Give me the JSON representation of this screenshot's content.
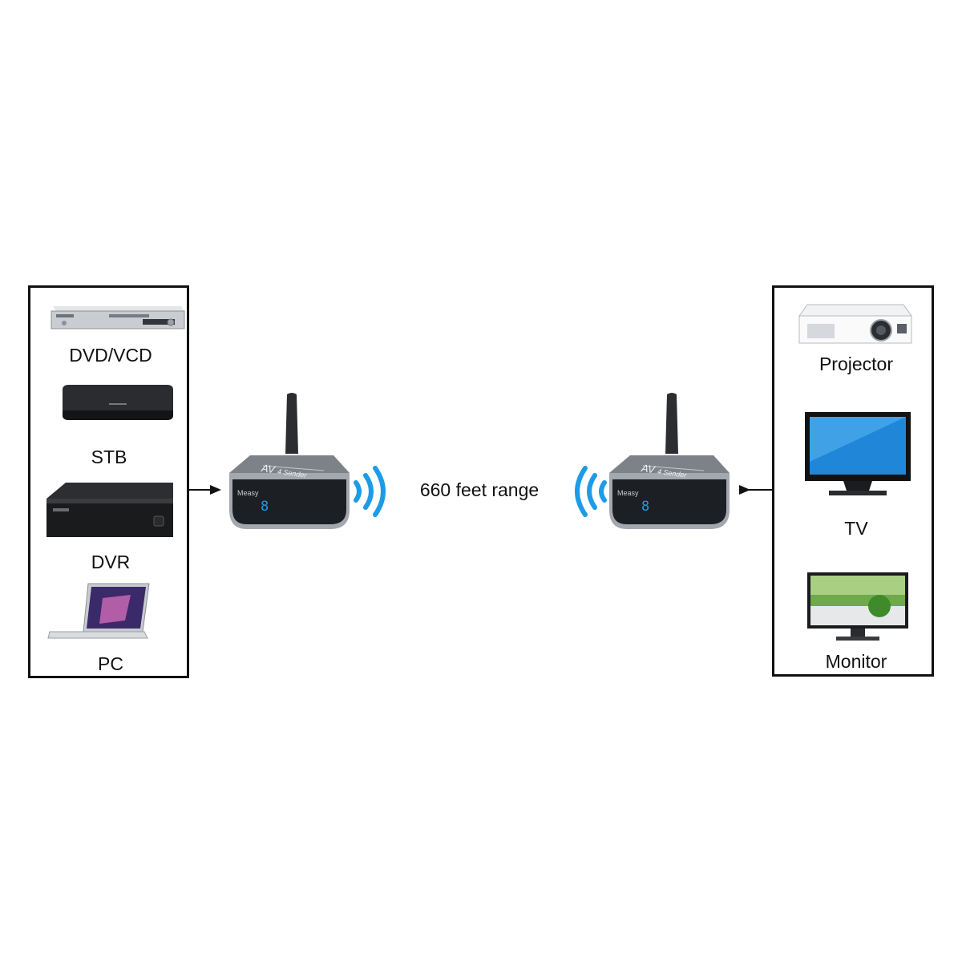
{
  "sources": {
    "items": [
      {
        "label": "DVD/VCD",
        "icon": "dvd-player-icon"
      },
      {
        "label": "STB",
        "icon": "set-top-box-icon"
      },
      {
        "label": "DVR",
        "icon": "dvr-icon"
      },
      {
        "label": "PC",
        "icon": "laptop-icon"
      }
    ]
  },
  "displays": {
    "items": [
      {
        "label": "Projector",
        "icon": "projector-icon"
      },
      {
        "label": "TV",
        "icon": "tv-icon"
      },
      {
        "label": "Monitor",
        "icon": "monitor-icon"
      }
    ]
  },
  "sender": {
    "title": "AV",
    "subtitle": "4 Sender",
    "brand": "Measy",
    "channel": "8"
  },
  "range_text": "660 feet range",
  "colors": {
    "signal": "#1e9be6",
    "border": "#111111",
    "device_body": "#8a8f96",
    "device_face": "#1c1f24"
  }
}
